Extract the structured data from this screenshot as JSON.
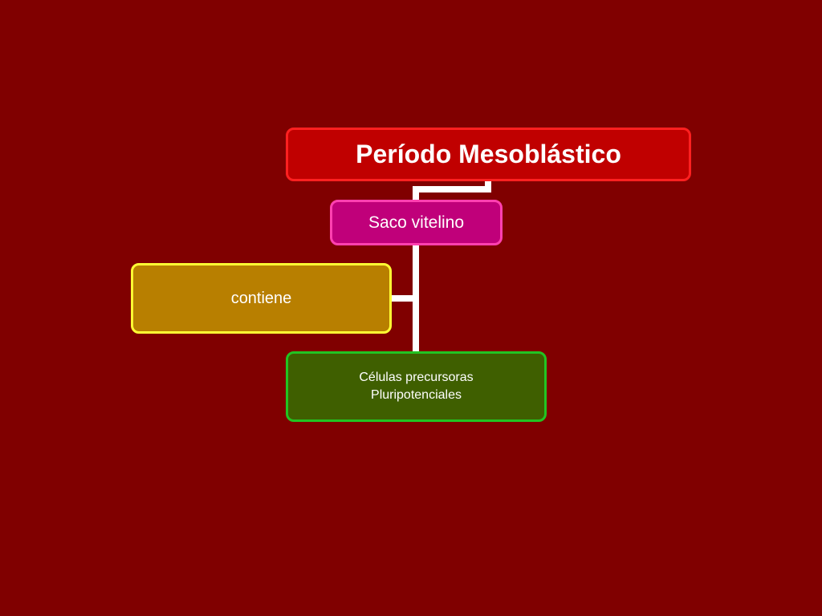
{
  "slide": {
    "background": "#800000"
  },
  "diagram": {
    "title": {
      "text": "Período Mesoblástico",
      "fill": "#c00000",
      "border": "#ff2020"
    },
    "saco": {
      "text": "Saco vitelino",
      "fill": "#c0007a",
      "border": "#ff40b0"
    },
    "contiene": {
      "text": "contiene",
      "fill": "#b87f00",
      "border": "#ffff33"
    },
    "celulas": {
      "line1": "Células precursoras",
      "line2": "Pluripotenciales",
      "fill": "#3f5f00",
      "border": "#22c422"
    },
    "connector_color": "#ffffff"
  }
}
